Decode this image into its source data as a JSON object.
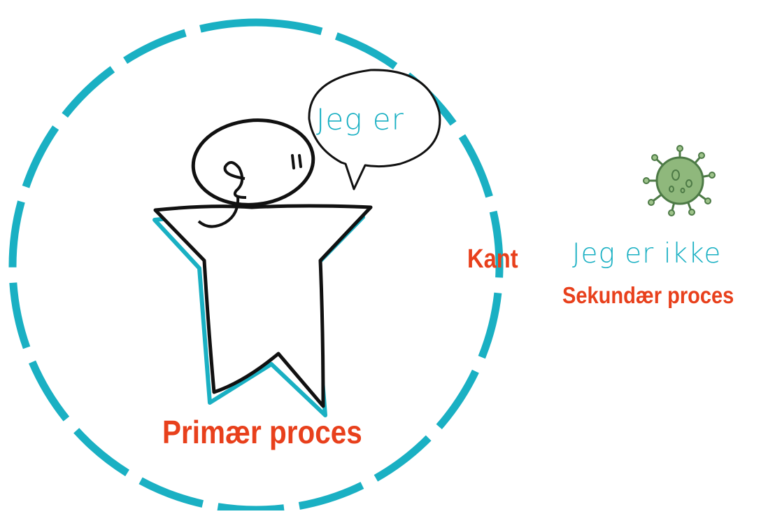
{
  "diagram": {
    "speech_bubble_text": "Jeg er",
    "boundary_label": "Kant",
    "outside_text": "Jeg er ikke",
    "secondary_label": "Sekundær proces",
    "primary_label": "Primær proces"
  },
  "colors": {
    "boundary": "#1ab0c3",
    "label_red": "#e8401c",
    "teal_text": "#1ab0c3",
    "figure_stroke": "#111111",
    "figure_shadow": "#1ab0c3",
    "virus_body": "#8fb87c",
    "virus_dark": "#4d7a46"
  },
  "icons": {
    "person": "person-figure-icon",
    "speech": "speech-bubble-icon",
    "virus": "virus-icon"
  }
}
